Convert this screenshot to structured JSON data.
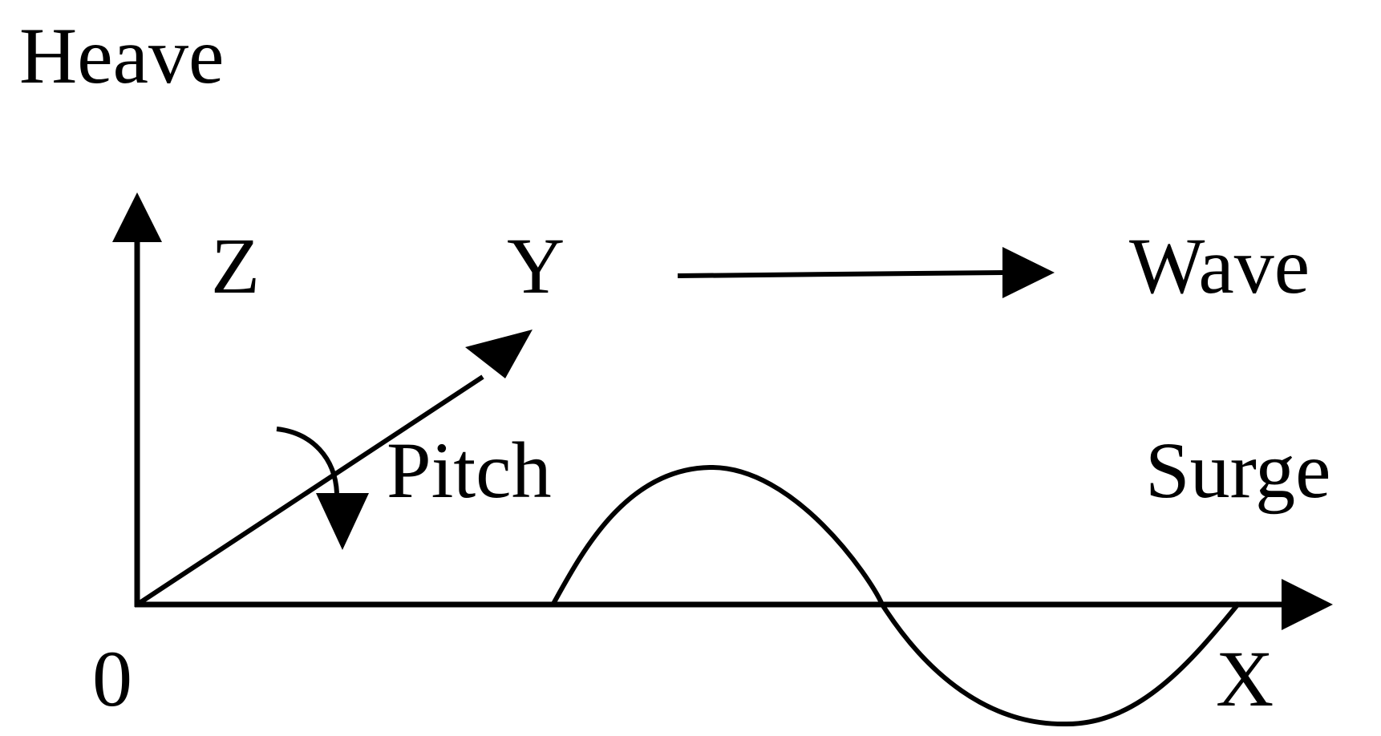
{
  "labels": {
    "heave": "Heave",
    "z": "Z",
    "y": "Y",
    "wave": "Wave",
    "pitch": "Pitch",
    "surge": "Surge",
    "origin": "0",
    "x": "X"
  },
  "colors": {
    "ink": "#000000",
    "background": "#ffffff"
  }
}
